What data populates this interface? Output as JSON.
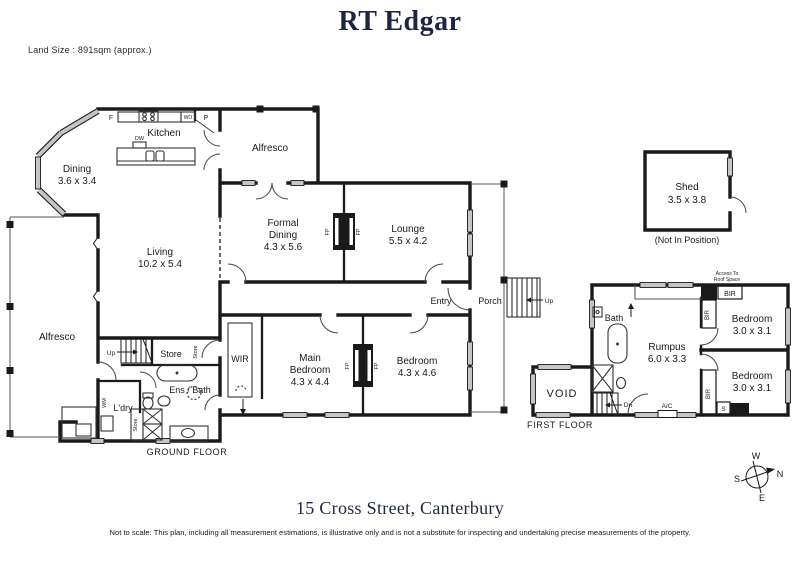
{
  "header": {
    "brand": "RT Edgar",
    "land_size": "Land Size :  891sqm (approx.)"
  },
  "footer": {
    "address": "15 Cross Street, Canterbury",
    "disclaimer": "Not to scale: This plan, including all measurement estimations, is illustrative only and is not a substitute for inspecting and undertaking precise measurements of the property."
  },
  "floor_labels": {
    "ground": "GROUND FLOOR",
    "first": "FIRST FLOOR"
  },
  "ground_floor": {
    "dining": {
      "name": "Dining",
      "dims": "3.6 x 3.4"
    },
    "kitchen": {
      "name": "Kitchen",
      "fridge": "F",
      "pantry": "P",
      "wall_oven": "WO",
      "dishwasher": "DW"
    },
    "alfresco_top": {
      "name": "Alfresco"
    },
    "alfresco_side": {
      "name": "Alfresco"
    },
    "living": {
      "name": "Living",
      "dims": "10.2 x 5.4"
    },
    "formal_dining": {
      "line1": "Formal",
      "line2": "Dining",
      "dims": "4.3 x 5.6"
    },
    "lounge": {
      "name": "Lounge",
      "dims": "5.5 x 4.2"
    },
    "main_bedroom": {
      "line1": "Main",
      "line2": "Bedroom",
      "dims": "4.3 x 4.4"
    },
    "bedroom2": {
      "name": "Bedroom",
      "dims": "4.3 x 4.6"
    },
    "wir": {
      "name": "WIR"
    },
    "ens_bath": {
      "name": "Ens / Bath"
    },
    "laundry": {
      "name": "L'dry",
      "wm": "WM"
    },
    "store": {
      "name": "Store"
    },
    "entry": {
      "name": "Entry"
    },
    "porch": {
      "name": "Porch"
    },
    "up": "Up",
    "fireplace": "FP"
  },
  "first_floor": {
    "bath": {
      "name": "Bath"
    },
    "rumpus": {
      "name": "Rumpus",
      "dims": "6.0 x 3.3"
    },
    "bedroom3": {
      "name": "Bedroom",
      "dims": "3.0 x 3.1"
    },
    "bedroom4": {
      "name": "Bedroom",
      "dims": "3.0 x 3.1"
    },
    "void": {
      "name": "VOID"
    },
    "bir": "BIR",
    "linen": "S",
    "ac": "A/C",
    "dn": "Dn",
    "access_line1": "Access To",
    "access_line2": "Roof Space"
  },
  "shed": {
    "name": "Shed",
    "dims": "3.5 x 3.8",
    "note": "(Not In Position)"
  },
  "compass": {
    "n": "N",
    "s": "S",
    "e": "E",
    "w": "W"
  },
  "colors": {
    "brand_navy": "#1d2545",
    "wall": "#1a1a1a",
    "window_grey": "#c5c5c5"
  }
}
